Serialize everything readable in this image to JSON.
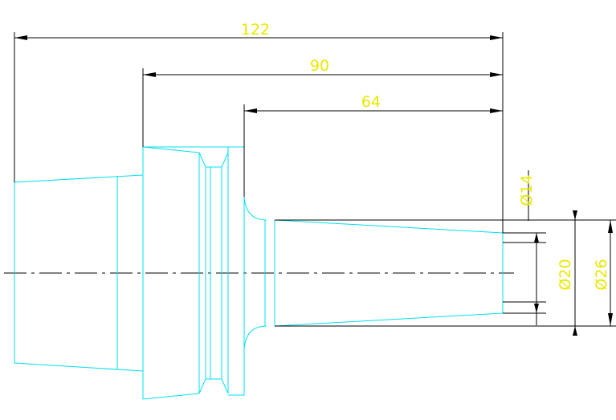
{
  "drawing": {
    "colors": {
      "background": "#ffffff",
      "part_outline": "#00e0f0",
      "dimension_lines": "#000000",
      "dimension_text": "#e8e800"
    },
    "dimensions": {
      "overall_length": "122",
      "middle_length": "90",
      "shank_length": "64",
      "tip_diameter": "Ø14",
      "shank_diameter": "Ø20",
      "base_diameter": "Ø26"
    }
  }
}
